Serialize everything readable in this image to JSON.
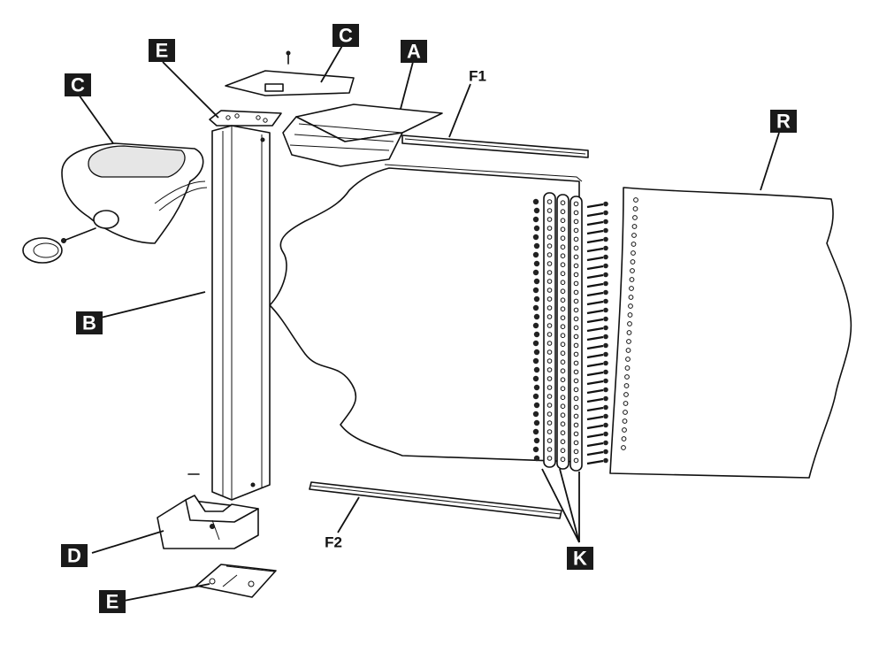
{
  "labels": {
    "A": "A",
    "B": "B",
    "C_top": "C",
    "C_left": "C",
    "D": "D",
    "E_top": "E",
    "E_bottom": "E",
    "F1": "F1",
    "F2": "F2",
    "K": "K",
    "R": "R"
  }
}
